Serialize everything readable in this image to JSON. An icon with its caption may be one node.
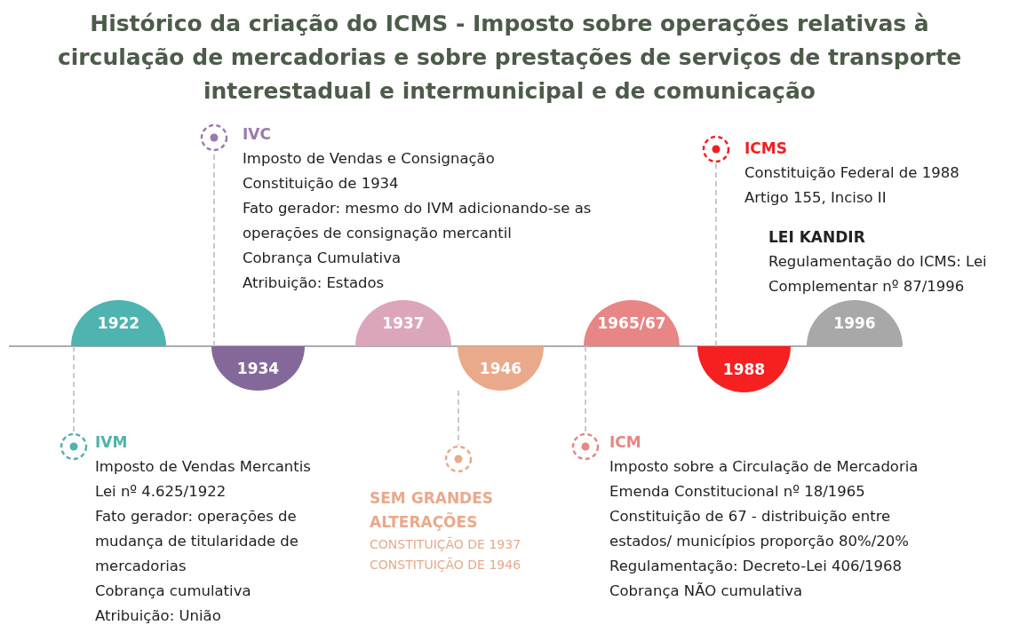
{
  "diagram": {
    "title": "Histórico da criação do ICMS - Imposto sobre operações relativas à circulação de mercadorias e sobre prestações de serviços de transporte interestadual e intermunicipal e de comunicação",
    "nodes": [
      {
        "text": [
          "1922"
        ]
      },
      {
        "text": [
          "1934"
        ]
      },
      {
        "text": [
          "1937"
        ]
      },
      {
        "text": [
          "1946"
        ]
      },
      {
        "text": [
          "1965/67"
        ]
      },
      {
        "text": [
          "1988"
        ]
      },
      {
        "text": [
          "1996"
        ]
      },
      {
        "text": [],
        "shape": "circle",
        "beside": [
          "IVC",
          "Imposto de Vendas e Consignação",
          "Constituição de 1934",
          "Fato gerador: mesmo do IVM adicionando-se as operações de consignação mercantil",
          "Cobrança Cumulativa",
          "Atribuição: Estados"
        ]
      },
      {
        "text": [],
        "shape": "circle",
        "beside": [
          "ICMS",
          "Constituição Federal de 1988",
          "Artigo 155, Inciso II"
        ]
      },
      {
        "text": [],
        "shape": "circle",
        "beside": [
          "IVM",
          "Imposto de Vendas Mercantis",
          "Lei nº 4.625/1922",
          "Fato gerador: operações de mudança de titularidade de mercadorias",
          "Cobrança cumulativa",
          "Atribuição: União"
        ]
      },
      {
        "text": [],
        "shape": "circle",
        "beside": [
          "SEM GRANDES ALTERAÇÕES",
          "CONSTITUIÇÃO DE 1937",
          "CONSTITUIÇÃO DE 1946"
        ]
      },
      {
        "text": [],
        "shape": "circle",
        "beside": [
          "ICM",
          "Imposto sobre a Circulação de Mercadoria",
          "Emenda Constitucional nº 18/1965",
          "Constituição de 67 - distribuição entre estados/ municípios proporção 80%/20%",
          "Regulamentação: Decreto-Lei 406/1968",
          "Cobrança NÃO cumulativa"
        ]
      }
    ],
    "edges": [
      {
        "from": 0,
        "to": 9,
        "arrow": "none",
        "style": "dashed"
      },
      {
        "from": 1,
        "to": 7,
        "arrow": "none",
        "style": "dashed"
      },
      {
        "from": 3,
        "to": 10,
        "arrow": "none",
        "style": "dashed"
      },
      {
        "from": 4,
        "to": 11,
        "arrow": "none",
        "style": "dashed"
      },
      {
        "from": 5,
        "to": 8,
        "arrow": "none",
        "style": "dashed"
      }
    ],
    "labels": [
      "LEI KANDIR",
      "Regulamentação do ICMS: Lei Complementar nº 87/1996"
    ]
  }
}
